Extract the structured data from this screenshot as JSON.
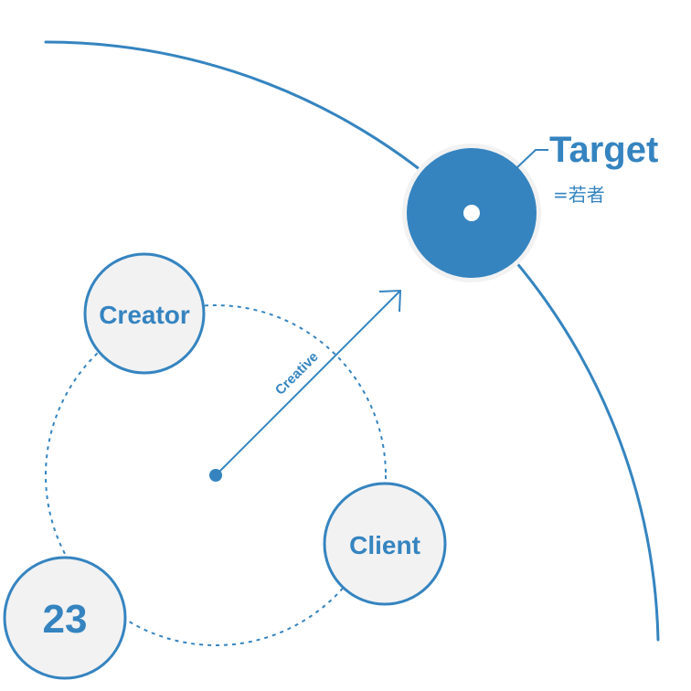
{
  "colors": {
    "accent": "#3584c0",
    "node_fill": "#f2f2f2",
    "node_stroke": "#3584c0",
    "background": "#ffffff"
  },
  "target": {
    "title": "Target",
    "subtitle": "=若者"
  },
  "arrow": {
    "label": "Creative"
  },
  "nodes": {
    "creator": "Creator",
    "client": "Client",
    "number": "23"
  }
}
